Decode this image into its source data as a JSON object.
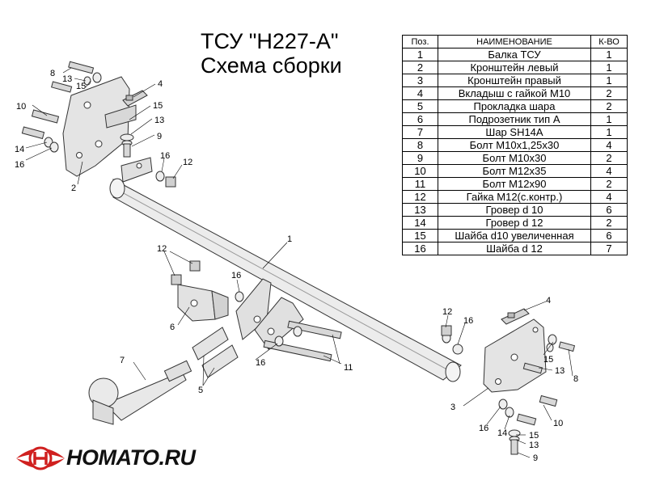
{
  "title": {
    "line1": "ТСУ \"H227-A\"",
    "line2": "Схема сборки"
  },
  "table": {
    "headers": {
      "pos": "Поз.",
      "name": "НАИМЕНОВАНИЕ",
      "qty": "К-ВО"
    },
    "rows": [
      {
        "pos": "1",
        "name": "Балка ТСУ",
        "qty": "1"
      },
      {
        "pos": "2",
        "name": "Кронштейн левый",
        "qty": "1"
      },
      {
        "pos": "3",
        "name": "Кронштейн правый",
        "qty": "1"
      },
      {
        "pos": "4",
        "name": "Вкладыш с гайкой М10",
        "qty": "2"
      },
      {
        "pos": "5",
        "name": "Прокладка шара",
        "qty": "2"
      },
      {
        "pos": "6",
        "name": "Подрозетник тип А",
        "qty": "1"
      },
      {
        "pos": "7",
        "name": "Шар SH14A",
        "qty": "1"
      },
      {
        "pos": "8",
        "name": "Болт М10х1,25х30",
        "qty": "4"
      },
      {
        "pos": "9",
        "name": "Болт М10х30",
        "qty": "2"
      },
      {
        "pos": "10",
        "name": "Болт М12х35",
        "qty": "4"
      },
      {
        "pos": "11",
        "name": "Болт М12х90",
        "qty": "2"
      },
      {
        "pos": "12",
        "name": "Гайка М12(с.контр.)",
        "qty": "4"
      },
      {
        "pos": "13",
        "name": "Гровер d 10",
        "qty": "6"
      },
      {
        "pos": "14",
        "name": "Гровер d 12",
        "qty": "2"
      },
      {
        "pos": "15",
        "name": "Шайба d10 увеличенная",
        "qty": "6"
      },
      {
        "pos": "16",
        "name": "Шайба d 12",
        "qty": "7"
      }
    ]
  },
  "callouts": [
    "8",
    "13",
    "15",
    "4",
    "10",
    "15",
    "13",
    "9",
    "14",
    "16",
    "2",
    "16",
    "12",
    "1",
    "12",
    "16",
    "6",
    "16",
    "11",
    "7",
    "5",
    "12",
    "16",
    "4",
    "15",
    "13",
    "8",
    "3",
    "10",
    "16",
    "14",
    "15",
    "13",
    "9"
  ],
  "logo": {
    "text": "HOMATO.RU"
  },
  "colors": {
    "part_fill": "#e6e6e6",
    "part_stroke": "#333333",
    "logo_red": "#d0201f"
  }
}
